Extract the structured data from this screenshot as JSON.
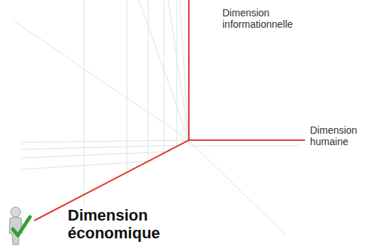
{
  "diagram": {
    "labels": [
      "Dimension informationnelle",
      "Dimension humaine",
      "Dimension économique"
    ]
  }
}
